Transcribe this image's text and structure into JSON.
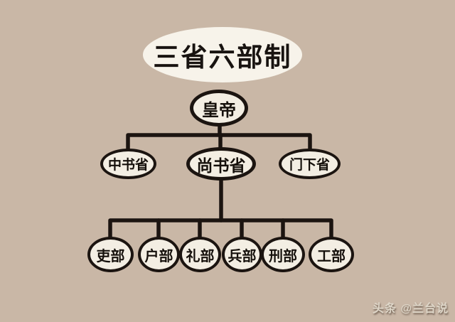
{
  "colors": {
    "background": "#c9b7a6",
    "node_fill": "#f3eee3",
    "title_fill": "#f7f3ea",
    "line": "#1b1410",
    "text": "#15100b",
    "watermark_text": "#ded6c8"
  },
  "title": {
    "label": "三省六部制"
  },
  "emperor": {
    "label": "皇帝"
  },
  "departments": [
    {
      "label": "中书省"
    },
    {
      "label": "尚书省"
    },
    {
      "label": "门下省"
    }
  ],
  "ministries": [
    {
      "label": "吏部"
    },
    {
      "label": "户部"
    },
    {
      "label": "礼部"
    },
    {
      "label": "兵部"
    },
    {
      "label": "刑部"
    },
    {
      "label": "工部"
    }
  ],
  "watermark": {
    "label": "头条 @兰台说"
  }
}
